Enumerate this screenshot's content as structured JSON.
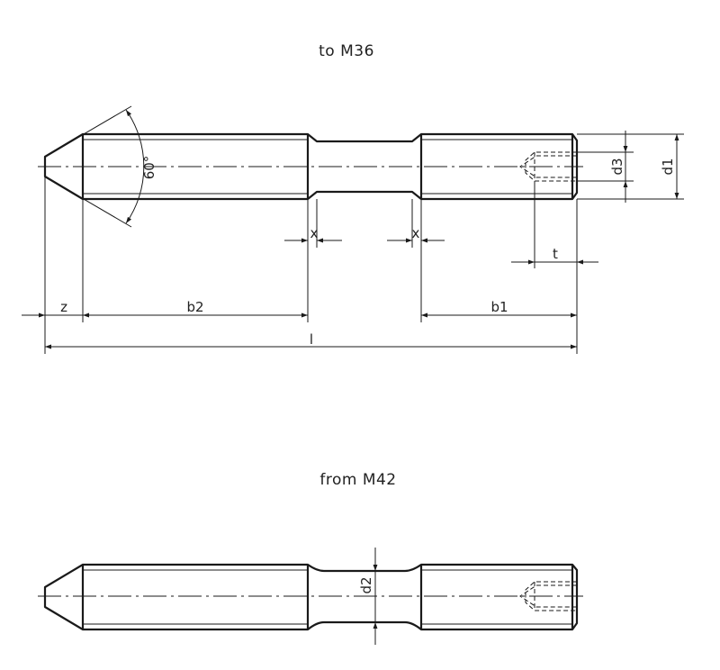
{
  "views": {
    "top": {
      "title": "to M36"
    },
    "bottom": {
      "title": "from M42"
    }
  },
  "dimensions": {
    "angle": "60°",
    "d3": "d3",
    "d1": "d1",
    "d2": "d2",
    "x_left": "x",
    "x_right": "x",
    "t": "t",
    "z": "z",
    "b2": "b2",
    "b1": "b1",
    "l": "l"
  }
}
